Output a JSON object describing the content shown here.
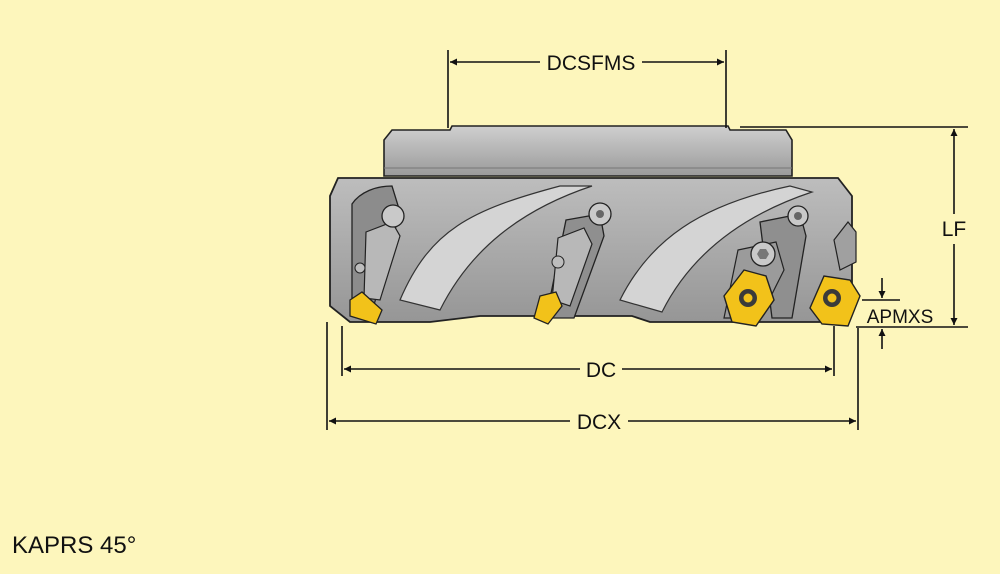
{
  "diagram": {
    "labels": {
      "dcsfms": "DCSFMS",
      "lf": "LF",
      "apmxs": "APMXS",
      "dc": "DC",
      "dcx": "DCX"
    },
    "caption": "KAPRS 45°"
  },
  "colors": {
    "background": "#fdf6bc",
    "body": "#a6a6a6",
    "body_light": "#c4c4c4",
    "body_dark": "#7d7d7d",
    "insert": "#f2c21a",
    "line": "#111111"
  }
}
